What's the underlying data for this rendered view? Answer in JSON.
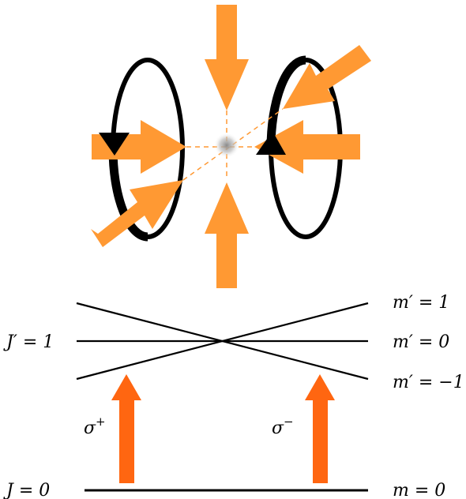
{
  "colors": {
    "beam": "#FF9933",
    "transition_arrow": "#FF6611",
    "coil": "#000000",
    "atom_cloud": "#9a9a9a",
    "level_line": "#000000"
  },
  "mot": {
    "beams": [
      "beam-top",
      "beam-bottom",
      "beam-left",
      "beam-right",
      "beam-diag-lower-left",
      "beam-diag-upper-right"
    ],
    "coils": [
      "coil-left",
      "coil-right"
    ]
  },
  "levels": {
    "excited_label": {
      "base": "J",
      "prime": "′",
      "eq": " = 1"
    },
    "ground_label": {
      "base": "J",
      "prime": "",
      "eq": " = 0"
    },
    "sublevels": [
      {
        "base": "m",
        "prime": "′",
        "eq": " = 1"
      },
      {
        "base": "m",
        "prime": "′",
        "eq": " = 0"
      },
      {
        "base": "m",
        "prime": "′",
        "eq": " = −1"
      }
    ],
    "ground_sublevel": {
      "base": "m",
      "prime": "",
      "eq": " = 0"
    }
  },
  "transitions": [
    {
      "base": "σ",
      "sup": "+"
    },
    {
      "base": "σ",
      "sup": "−"
    }
  ]
}
